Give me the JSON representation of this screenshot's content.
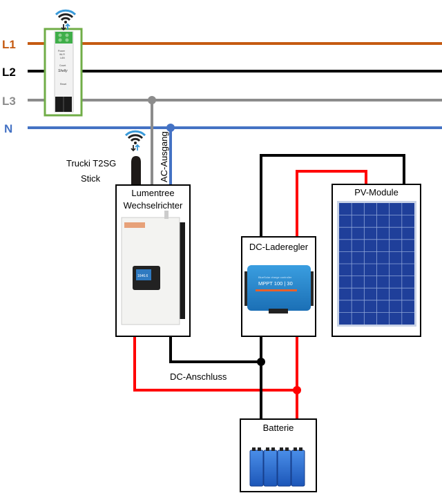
{
  "lines": {
    "l1": {
      "label": "L1",
      "color": "#c55a11"
    },
    "l2": {
      "label": "L2",
      "color": "#000000"
    },
    "l3": {
      "label": "L3",
      "color": "#8c8c8c"
    },
    "n": {
      "label": "N",
      "color": "#4472c4"
    }
  },
  "meter": {
    "brand": "Shelly",
    "leds": [
      "Power",
      "Wi-Fi",
      "LAN",
      "Count"
    ],
    "button": "Reset",
    "frame_color": "#70ad47"
  },
  "stick": {
    "line1": "Trucki T2SG",
    "line2": "Stick"
  },
  "ac_output": "AC-Ausgang",
  "inverter": {
    "line1": "Lumentree",
    "line2": "Wechselrichter",
    "display": "1646.6"
  },
  "charge_controller": {
    "title": "DC-Laderegler",
    "model": "MPPT 100 | 30",
    "brand_text": "BlueSolar charge controller"
  },
  "pv": {
    "title": "PV-Module"
  },
  "dc_connection": "DC-Anschluss",
  "battery": {
    "title": "Batterie"
  },
  "colors": {
    "dc_positive": "#ff0000",
    "dc_negative": "#000000",
    "wifi": "#3a9ad9"
  }
}
